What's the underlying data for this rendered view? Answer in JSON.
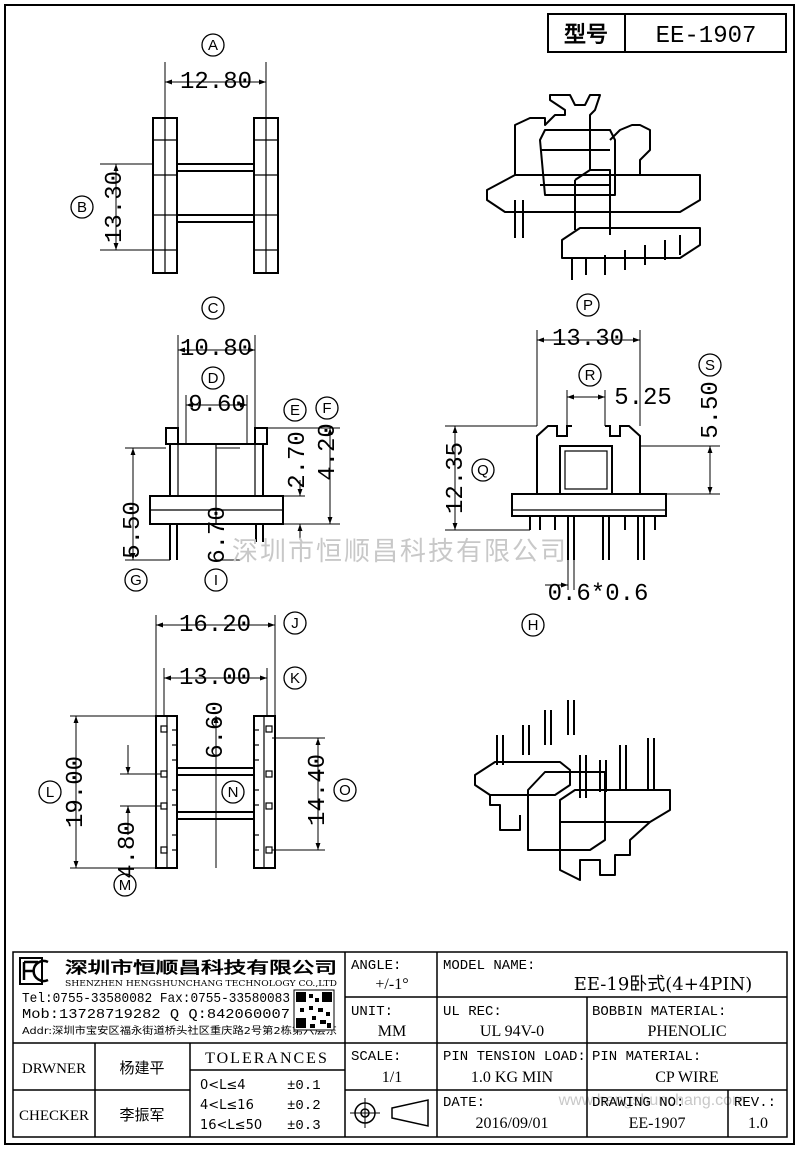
{
  "header": {
    "type_label": "型号",
    "model": "EE-1907"
  },
  "dimensions": {
    "A": "12.80",
    "B": "13.30",
    "C": "10.80",
    "D": "9.60",
    "E": "2.70",
    "F": "4.20",
    "G": "5.50",
    "I": "6.70",
    "P": "13.30",
    "R": "5.25",
    "S": "5.50",
    "Q": "12.35",
    "H": "0.6*0.6",
    "J": "16.20",
    "K": "13.00",
    "N": "6.60",
    "L": "19.00",
    "O": "14.40",
    "M": "4.80"
  },
  "markers": [
    "A",
    "B",
    "C",
    "D",
    "E",
    "F",
    "G",
    "I",
    "P",
    "R",
    "S",
    "Q",
    "H",
    "J",
    "K",
    "L",
    "N",
    "O",
    "M"
  ],
  "watermark": "深圳市恒顺昌科技有限公司",
  "watermark_url": "www.hengshunchang.com",
  "company": {
    "name_cn": "深圳市恒顺昌科技有限公司",
    "name_en": "SHENZHEN HENGSHUNCHANG TECHNOLOGY CO.,LTD",
    "tel_fax": "Tel:0755-33580082 Fax:0755-33580083",
    "mob_qq": "Mob:13728719282   Q  Q:842060007",
    "addr": "Addr:深圳市宝安区福永街道桥头社区重庆路2号第2栋第六层东"
  },
  "title_block": {
    "angle_label": "ANGLE:",
    "angle_value": "+/-1°",
    "model_name_label": "MODEL NAME:",
    "model_name_value": "EE-19卧式(4+4PIN)",
    "unit_label": "UNIT:",
    "unit_value": "MM",
    "ul_rec_label": "UL REC:",
    "ul_rec_value": "UL 94V-0",
    "bobbin_label": "BOBBIN MATERIAL:",
    "bobbin_value": "PHENOLIC",
    "drawner_label": "DRWNER",
    "drawner_value": "杨建平",
    "tolerances_label": "TOLERANCES",
    "tol_rows": [
      {
        "range": "0<L≤4",
        "value": "±0.1"
      },
      {
        "range": "4<L≤16",
        "value": "±0.2"
      },
      {
        "range": "16<L≤50",
        "value": "±0.3"
      }
    ],
    "scale_label": "SCALE:",
    "scale_value": "1/1",
    "pin_tension_label": "PIN TENSION LOAD:",
    "pin_tension_value": "1.0 KG MIN",
    "pin_material_label": "PIN MATERIAL:",
    "pin_material_value": "CP WIRE",
    "checker_label": "CHECKER",
    "checker_value": "李振军",
    "date_label": "DATE:",
    "date_value": "2016/09/01",
    "drawing_no_label": "DRAWING NO:",
    "drawing_no_value": "EE-1907",
    "rev_label": "REV.:",
    "rev_value": "1.0"
  }
}
